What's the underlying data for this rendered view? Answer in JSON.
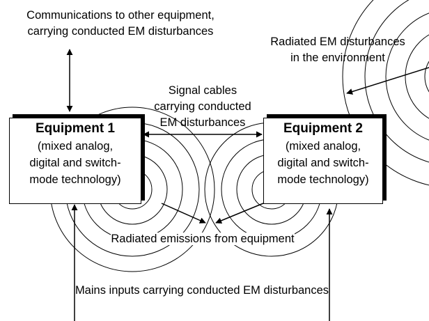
{
  "labels": {
    "communications": [
      "Communications to other equipment,",
      "carrying conducted EM disturbances"
    ],
    "radiated_environment": [
      "Radiated EM disturbances",
      "in the environment"
    ],
    "signal_cables": [
      "Signal cables",
      "carrying conducted",
      "EM disturbances"
    ],
    "radiated_emissions": "Radiated emissions from equipment",
    "mains_inputs": "Mains inputs carrying conducted EM disturbances"
  },
  "equipment": [
    {
      "title": "Equipment 1",
      "desc": [
        "(mixed analog,",
        "digital and switch-",
        "mode technology)"
      ]
    },
    {
      "title": "Equipment 2",
      "desc": [
        "(mixed analog,",
        "digital and switch-",
        "mode technology)"
      ]
    }
  ],
  "colors": {
    "line": "#000000",
    "background": "#ffffff"
  }
}
